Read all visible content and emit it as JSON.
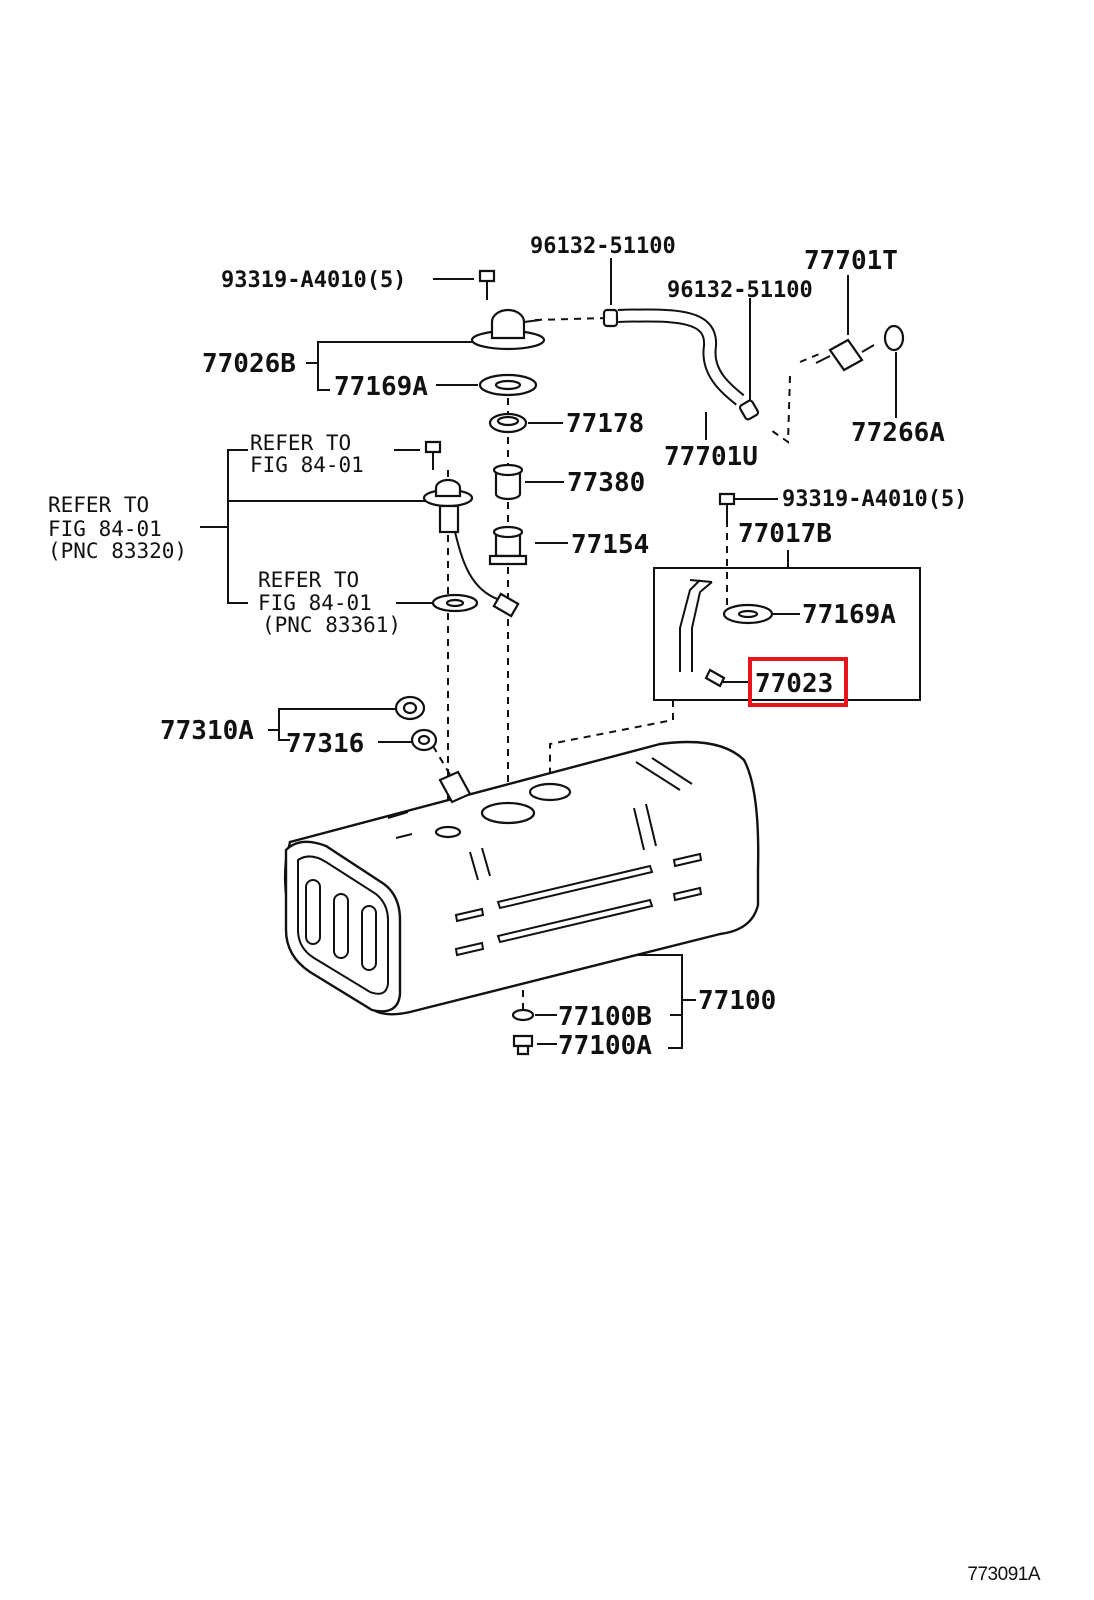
{
  "labels": {
    "p93319a": "93319-A4010(5)",
    "p96132a": "96132-51100",
    "p77701t": "77701T",
    "p96132b": "96132-51100",
    "p77026b": "77026B",
    "p77169a_top": "77169A",
    "p77178": "77178",
    "p77701u": "77701U",
    "p77266a": "77266A",
    "refer1_line1": "REFER TO",
    "refer1_line2": "FIG 84-01",
    "refer_left_line1": "REFER TO",
    "refer_left_line2": "FIG  84-01",
    "refer_left_line3": "(PNC 83320)",
    "p77380": "77380",
    "p93319b": "93319-A4010(5)",
    "p77017b": "77017B",
    "p77154": "77154",
    "refer2_line1": "REFER TO",
    "refer2_line2": "FIG 84-01",
    "refer2_line3": "(PNC 83361)",
    "p77169a_mid": "77169A",
    "p77023": "77023",
    "p77310a": "77310A",
    "p77316": "77316",
    "p77100": "77100",
    "p77100b": "77100B",
    "p77100a": "77100A"
  },
  "highlight": {
    "part": "77023",
    "color": "#e8141b"
  },
  "illustration_code": "773091A"
}
